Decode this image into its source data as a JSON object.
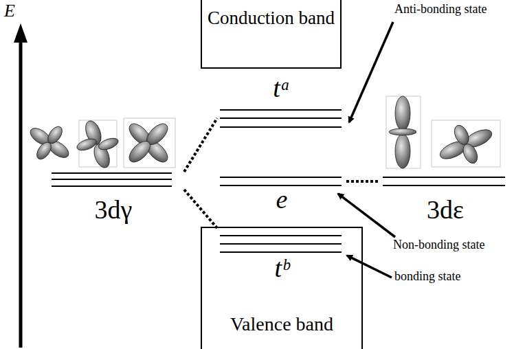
{
  "diagram": {
    "nodes": [
      {
        "text": [
          "Conduction band"
        ]
      },
      {
        "text": [
          "Valence band"
        ]
      }
    ],
    "labels": [
      "E",
      "3dγ",
      "tᵃ",
      "e",
      "tᵇ",
      "3dε",
      "Anti-bonding state",
      "Non-bonding state",
      "bonding state"
    ]
  }
}
